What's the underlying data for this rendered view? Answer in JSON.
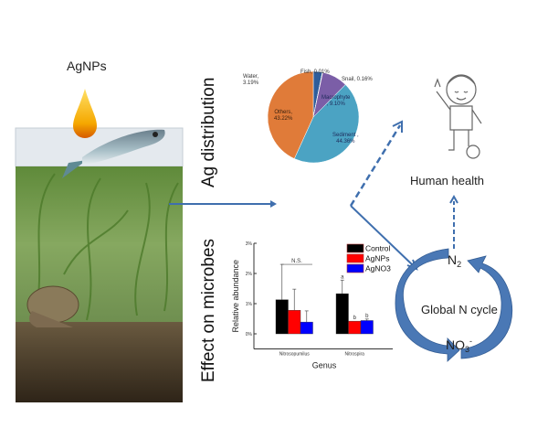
{
  "labels": {
    "agnps": "AgNPs",
    "ag_distribution": "Ag distribution",
    "effect_on_microbes": "Effect on microbes",
    "human_health": "Human health",
    "global_n_cycle": "Global N cycle",
    "n2": "N",
    "n2_sub": "2",
    "no3": "NO",
    "no3_sub": "3",
    "no3_sup": "-"
  },
  "colors": {
    "arrow": "#3f6fae",
    "control": "#000000",
    "agnps": "#ff0000",
    "agno3": "#0000ff"
  },
  "chart_data": [
    {
      "type": "pie",
      "title": "Ag distribution",
      "slices": [
        {
          "label": "Water",
          "value": 3.19,
          "text": "Water,\n3.19%",
          "color": "#2f5d9a"
        },
        {
          "label": "Fish",
          "value": 0.01,
          "text": "Fish, 0.01%",
          "color": "#8a8a8a"
        },
        {
          "label": "Snail",
          "value": 0.16,
          "text": "Snail, 0.16%",
          "color": "#9aa040"
        },
        {
          "label": "Macrophyte",
          "value": 9.1,
          "text": "Macrophyte\n, 9.10%",
          "color": "#7b5ea7"
        },
        {
          "label": "Sediment",
          "value": 44.36,
          "text": "Sediment ,\n44.36%",
          "color": "#4ba3c3"
        },
        {
          "label": "Others",
          "value": 43.22,
          "text": "Others,\n43.22%",
          "color": "#e07b39"
        }
      ]
    },
    {
      "type": "bar",
      "xlabel": "Genus",
      "ylabel": "Relative abundance",
      "ylim": [
        -0.5,
        3
      ],
      "yticks": [
        "0%",
        "1%",
        "2%",
        "3%"
      ],
      "categories": [
        "Nitrosopumilus",
        "Nitrospira"
      ],
      "series": [
        {
          "name": "Control",
          "values": [
            1.13,
            1.33
          ],
          "errors": [
            1.17,
            0.45
          ],
          "letters": [
            "",
            "a"
          ]
        },
        {
          "name": "AgNPs",
          "values": [
            0.78,
            0.42
          ],
          "errors": [
            0.7,
            0.0
          ],
          "letters": [
            "",
            "b"
          ]
        },
        {
          "name": "AgNO3",
          "values": [
            0.39,
            0.44
          ],
          "errors": [
            0.37,
            0.05
          ],
          "letters": [
            "",
            "b"
          ]
        }
      ],
      "annotation": "N.S."
    }
  ]
}
